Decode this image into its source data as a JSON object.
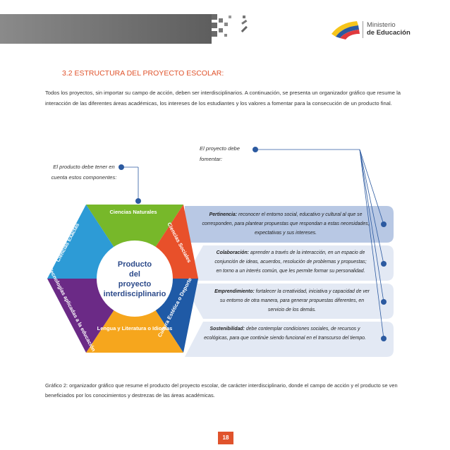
{
  "header": {
    "ministry_line1": "Ministerio",
    "ministry_line2": "de Educación",
    "colors": {
      "band": "#7a7a7a",
      "yellow": "#f6c51b",
      "blue": "#2c5aa0",
      "red": "#e03a3e"
    }
  },
  "section_title": "3.2 ESTRUCTURA DEL PROYECTO ESCOLAR:",
  "intro": "Todos los proyectos, sin importar su campo de acción, deben ser interdisciplinarios. A continuación, se presenta un organizador gráfico que resume la interacción de las diferentes áreas académicas, los intereses de los estudiantes y los valores a fomentar para la consecución de un producto final.",
  "annotations": {
    "left": "El producto debe tener en cuenta estos componentes:",
    "right": "El proyecto debe fomentar:"
  },
  "hexagon": {
    "center": [
      "Producto",
      "del",
      "proyecto",
      "interdisciplinario"
    ],
    "segments": [
      {
        "label": "Ciencias Naturales",
        "color": "#77b82a"
      },
      {
        "label": "Ciencias Sociales",
        "color": "#e8502a"
      },
      {
        "label": "Cultura Estética o Deporte",
        "color": "#1f5aa6"
      },
      {
        "label": "Lengua y Literatura o Idiomas",
        "color": "#f6a61d"
      },
      {
        "label": "Tecnologías aplicadas a la educación",
        "color": "#6b2a86"
      },
      {
        "label": "Ciencias Exactas",
        "color": "#2d9bd6"
      }
    ]
  },
  "values": [
    {
      "label": "Pertinencia:",
      "text": "reconocer el entorno social, educativo y cultural al que se corresponden, para plantear propuestas que respondan a estas necesidades, expectativas y sus intereses."
    },
    {
      "label": "Colaboración:",
      "text": "aprender a través de la interacción, en un espacio de conjunción de ideas, acuerdos, resolución de problemas y propuestas; en torno a un interés común, que les permite formar su personalidad."
    },
    {
      "label": "Emprendimiento:",
      "text": "fortalecer la creatividad, iniciativa y capacidad de ver su entorno de otra manera, para generar propuestas diferentes, en servicio de los demás."
    },
    {
      "label": "Sostenibilidad:",
      "text": "debe contemplar condiciones sociales, de recursos y ecológicas, para que continúe siendo funcional en el transcurso del tiempo."
    }
  ],
  "caption": "Gráfico 2: organizador gráfico que resume el producto del proyecto escolar, de carácter interdisciplinario, donde el campo de acción y el producto se ven beneficiados por los conocimientos y destrezas de las áreas académicas.",
  "page_number": "18"
}
